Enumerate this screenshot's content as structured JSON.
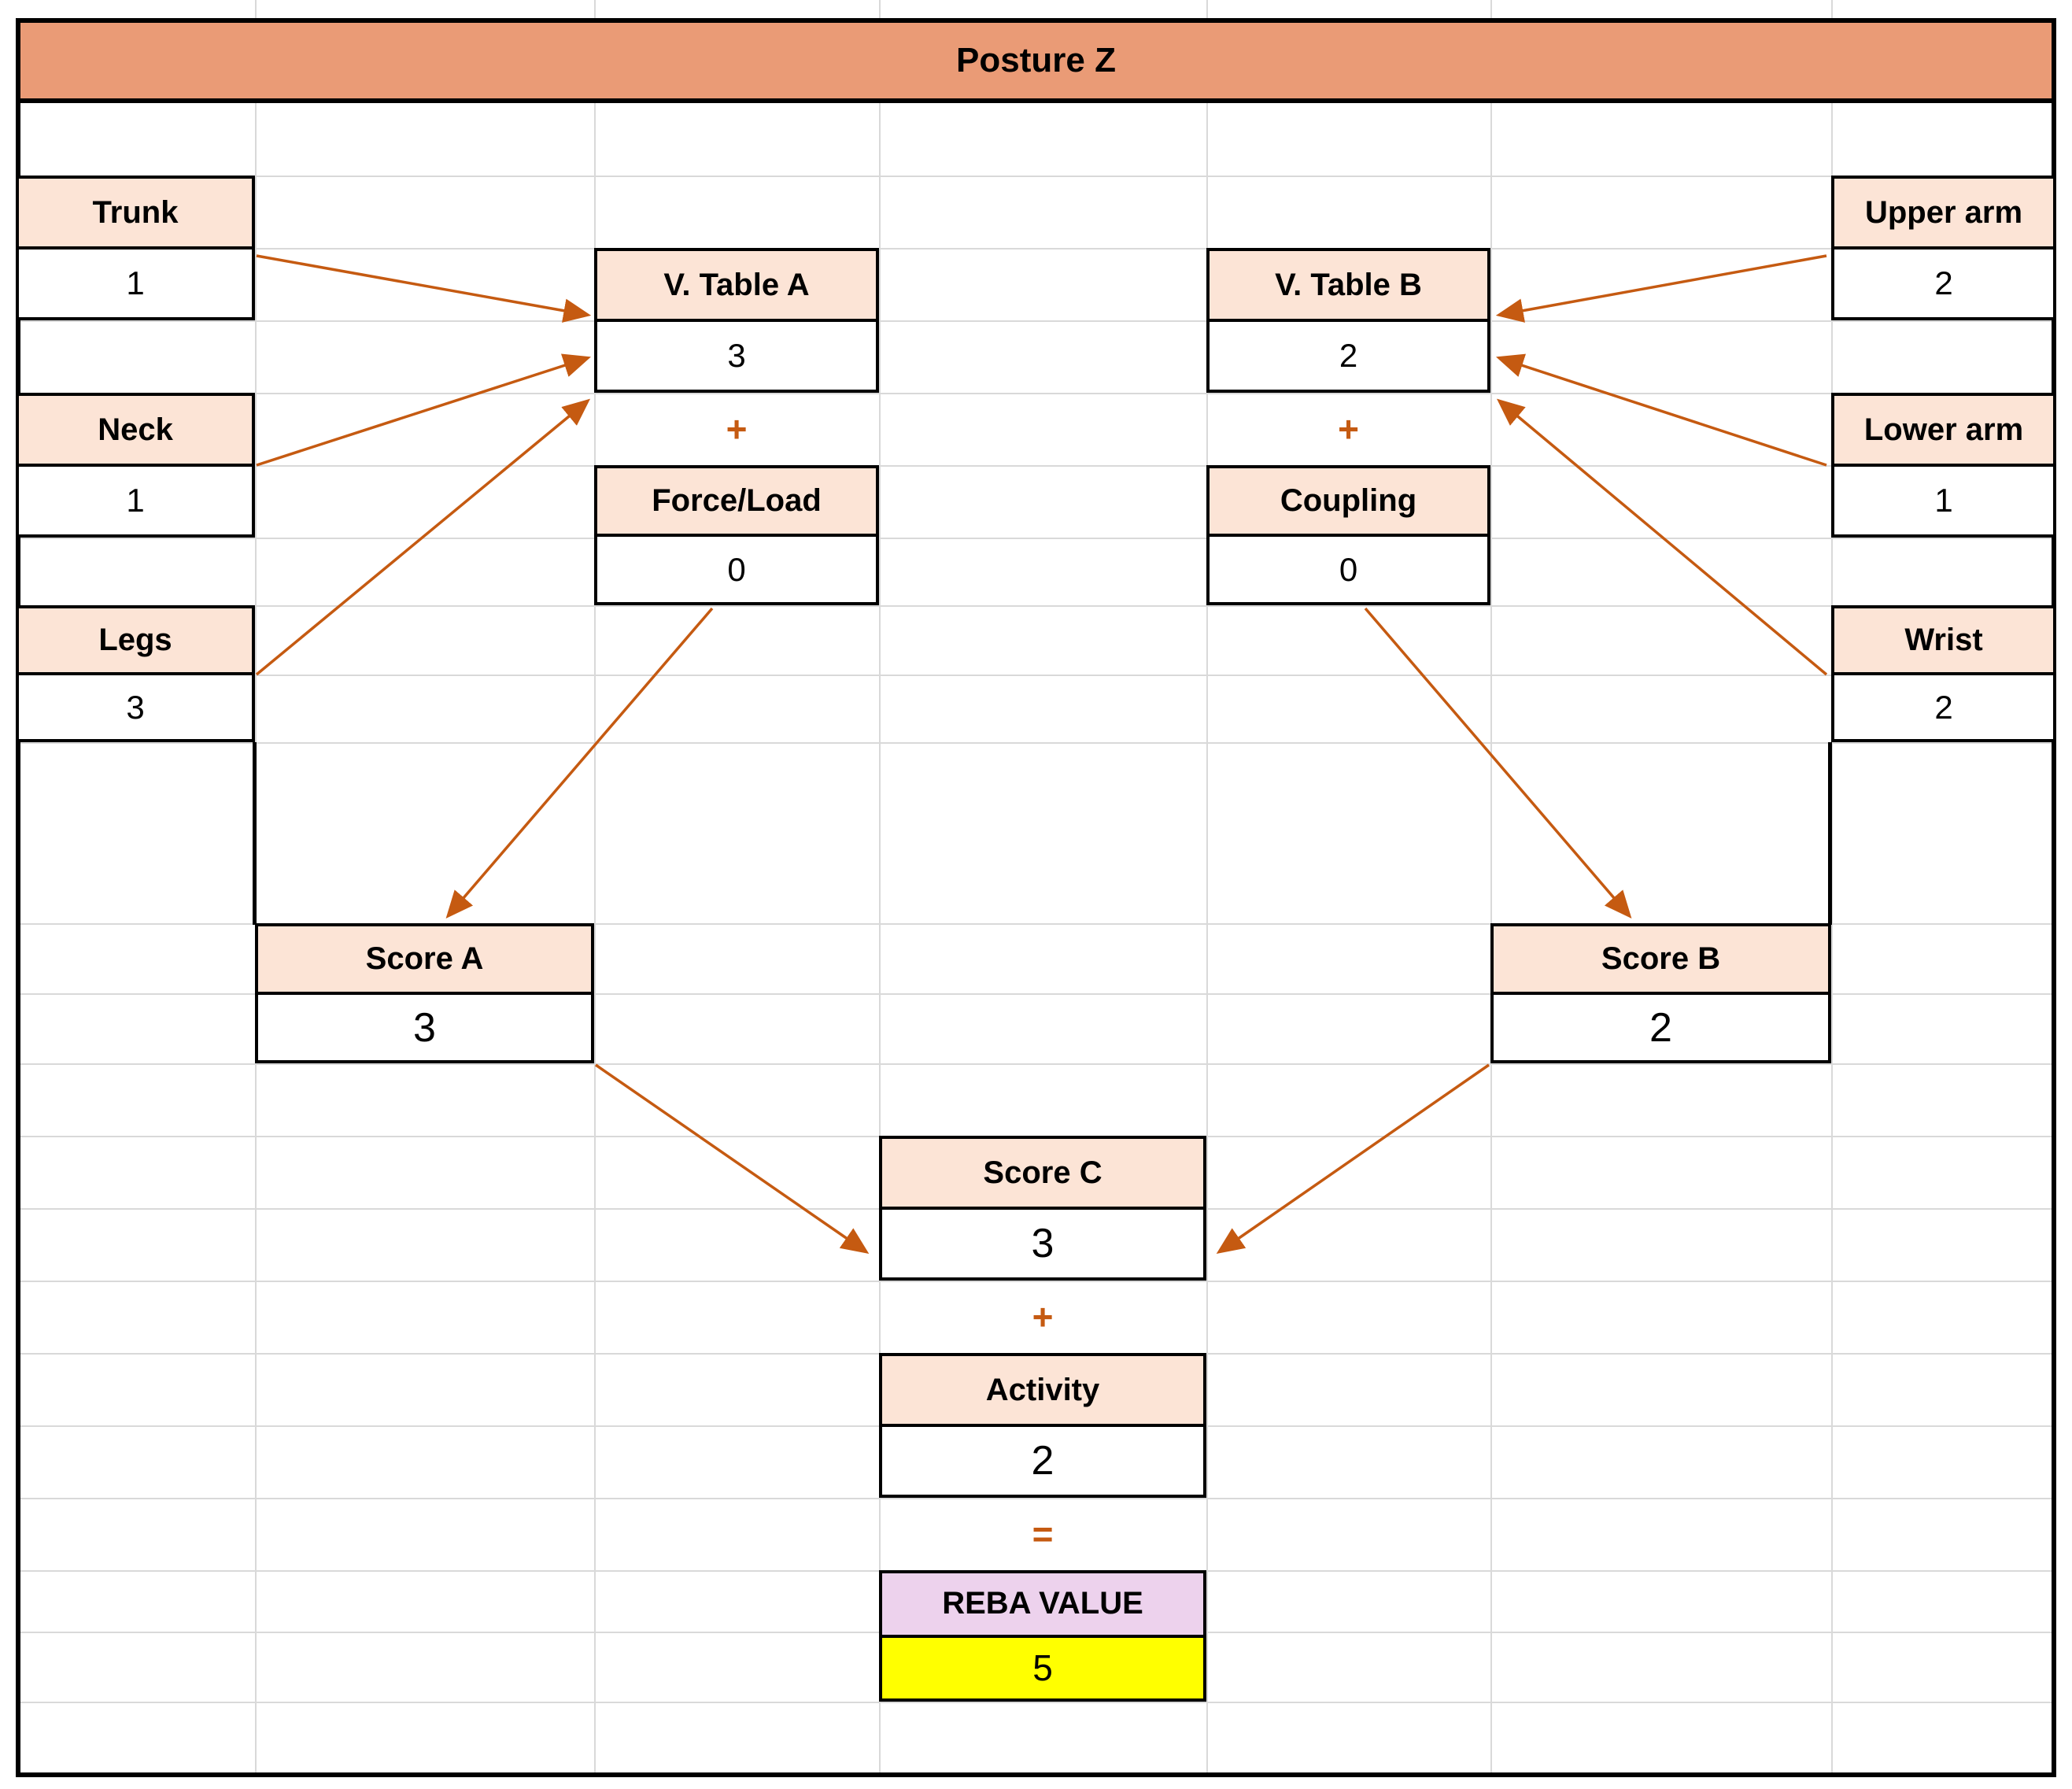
{
  "title": "Posture Z",
  "colors": {
    "header_fill": "#EA9B76",
    "label_fill": "#FCE4D6",
    "value_fill": "#FFFFFF",
    "reba_label_fill": "#EDD2ED",
    "reba_value_fill": "#FFFF00",
    "arrow": "#C55A11",
    "gridline": "#D9D9D9",
    "border": "#000000"
  },
  "inputs": {
    "trunk": {
      "label": "Trunk",
      "value": "1"
    },
    "neck": {
      "label": "Neck",
      "value": "1"
    },
    "legs": {
      "label": "Legs",
      "value": "3"
    },
    "upper_arm": {
      "label": "Upper arm",
      "value": "2"
    },
    "lower_arm": {
      "label": "Lower arm",
      "value": "1"
    },
    "wrist": {
      "label": "Wrist",
      "value": "2"
    }
  },
  "calc": {
    "table_a": {
      "label": "V. Table A",
      "value": "3"
    },
    "force_load": {
      "label": "Force/Load",
      "value": "0"
    },
    "table_b": {
      "label": "V. Table B",
      "value": "2"
    },
    "coupling": {
      "label": "Coupling",
      "value": "0"
    },
    "score_a": {
      "label": "Score A",
      "value": "3"
    },
    "score_b": {
      "label": "Score B",
      "value": "2"
    },
    "score_c": {
      "label": "Score C",
      "value": "3"
    },
    "activity": {
      "label": "Activity",
      "value": "2"
    },
    "reba": {
      "label": "REBA VALUE",
      "value": "5"
    }
  },
  "operators": {
    "plus": "+",
    "equals": "="
  },
  "arrows": [
    {
      "name": "arrow-trunk-to-table-a"
    },
    {
      "name": "arrow-neck-to-table-a"
    },
    {
      "name": "arrow-legs-to-table-a"
    },
    {
      "name": "arrow-upper-arm-to-table-b"
    },
    {
      "name": "arrow-lower-arm-to-table-b"
    },
    {
      "name": "arrow-wrist-to-table-b"
    },
    {
      "name": "arrow-force-load-to-score-a"
    },
    {
      "name": "arrow-coupling-to-score-b"
    },
    {
      "name": "arrow-score-a-to-score-c"
    },
    {
      "name": "arrow-score-b-to-score-c"
    }
  ]
}
